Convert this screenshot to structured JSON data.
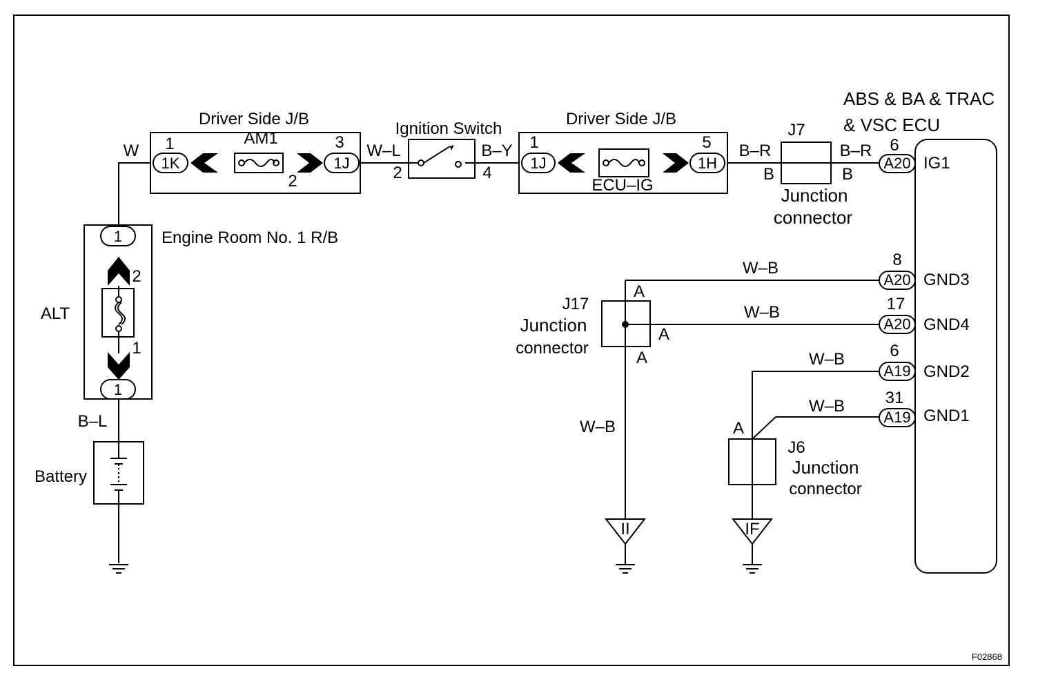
{
  "frame": {
    "figure_code": "F02868"
  },
  "ecu": {
    "title_line1": "ABS & BA & TRAC",
    "title_line2": "& VSC  ECU",
    "terminals": [
      {
        "name": "IG1",
        "pin": "6",
        "connector": "A20",
        "wire": "B–R"
      },
      {
        "name": "GND3",
        "pin": "8",
        "connector": "A20",
        "wire": "W–B"
      },
      {
        "name": "GND4",
        "pin": "17",
        "connector": "A20",
        "wire": "W–B"
      },
      {
        "name": "GND2",
        "pin": "6",
        "connector": "A19",
        "wire": "W–B"
      },
      {
        "name": "GND1",
        "pin": "31",
        "connector": "A19",
        "wire": "W–B"
      }
    ]
  },
  "junction_block_1": {
    "title": "Driver Side J/B",
    "fuse": "AM1",
    "in_pin": "1",
    "in_conn": "1K",
    "out_pin": "3",
    "out_conn": "1J",
    "inner_pin": "2",
    "wire_in": "W"
  },
  "ignition_switch": {
    "title": "Ignition Switch",
    "wire_in": "W–L",
    "pin_in": "2",
    "wire_out": "B–Y",
    "pin_out": "4"
  },
  "junction_block_2": {
    "title": "Driver Side J/B",
    "fuse": "ECU–IG",
    "in_pin": "1",
    "in_conn": "1J",
    "out_pin": "5",
    "out_conn": "1H"
  },
  "j7": {
    "id": "J7",
    "label_line1": "Junction",
    "label_line2": "connector",
    "wire_in": "B–R",
    "wire_in_2": "B",
    "wire_out_2": "B"
  },
  "engine_room_rb": {
    "title": "Engine Room No. 1 R/B",
    "fuse": "ALT",
    "top_conn": "1",
    "top_pin": "2",
    "bottom_conn": "1",
    "bottom_pin": "1"
  },
  "battery": {
    "label": "Battery",
    "wire": "B–L"
  },
  "j17": {
    "id": "J17",
    "label_line1": "Junction",
    "label_line2": "connector",
    "pin_top": "A",
    "pin_right": "A",
    "pin_bottom": "A",
    "wire_down": "W–B",
    "ground": "II"
  },
  "j6": {
    "id": "J6",
    "label_line1": "Junction",
    "label_line2": "connector",
    "pin_top": "A",
    "ground": "IF"
  }
}
